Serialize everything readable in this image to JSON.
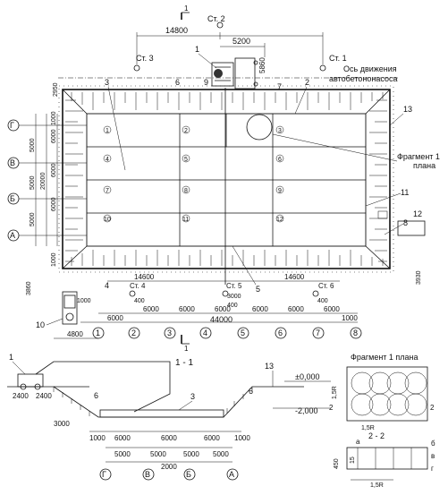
{
  "plan": {
    "station_labels": [
      "Ст. 1",
      "Ст. 2",
      "Ст. 3"
    ],
    "section_mark": "1",
    "dim_top_14800": "14800",
    "dim_top_5200": "5200",
    "dim_5860": "5860",
    "dim_2950": "2950",
    "pump_axis_label_line1": "Ось движения",
    "pump_axis_label_line2": "автобетононасоса",
    "fragment_label_line1": "Фрагмент 1",
    "fragment_label_line2": "плана",
    "callouts": [
      "1",
      "2",
      "3",
      "4",
      "5",
      "6",
      "7",
      "8",
      "9",
      "10",
      "11",
      "12",
      "13"
    ],
    "zones": [
      "1",
      "2",
      "3",
      "4",
      "5",
      "6",
      "7",
      "8",
      "9",
      "10",
      "11",
      "12"
    ],
    "row_axes": [
      "Г",
      "В",
      "Б",
      "А"
    ],
    "col_axes": [
      "1",
      "2",
      "3",
      "4",
      "5",
      "6",
      "7",
      "8"
    ],
    "dims_left_5000": "5000",
    "dims_left_6000": "6000",
    "dims_left_20000": "20000",
    "dims_left_1000": "1000",
    "dim_3860": "3860",
    "dim_3930": "3930",
    "dim_4800": "4800",
    "dim_400": "400",
    "dim_3000": "3000",
    "dim_6000": "6000",
    "dim_14600": "14600",
    "dim_44000": "44000",
    "bottom_stations": [
      "Ст. 4",
      "Ст. 5",
      "Ст. 6"
    ]
  },
  "section": {
    "title": "1 - 1",
    "dim_2400": "2400",
    "dim_3000": "3000",
    "dim_1000": "1000",
    "dim_6000": "6000",
    "dim_5000": "5000",
    "dim_20000": "2000",
    "level_top": "±0,000",
    "level_bottom": "-2,000",
    "callouts": [
      "1",
      "6",
      "3",
      "13",
      "6"
    ],
    "axes": [
      "Г",
      "В",
      "Б",
      "А"
    ]
  },
  "fragment": {
    "title": "Фрагмент 1  плана",
    "dim_15r": "1,5R",
    "section_label": "2 - 2",
    "dim_450": "450",
    "label_a": "а",
    "label_b": "б",
    "label_v": "в",
    "label_g": "г",
    "mark_2": "2",
    "dim_15": "15"
  }
}
